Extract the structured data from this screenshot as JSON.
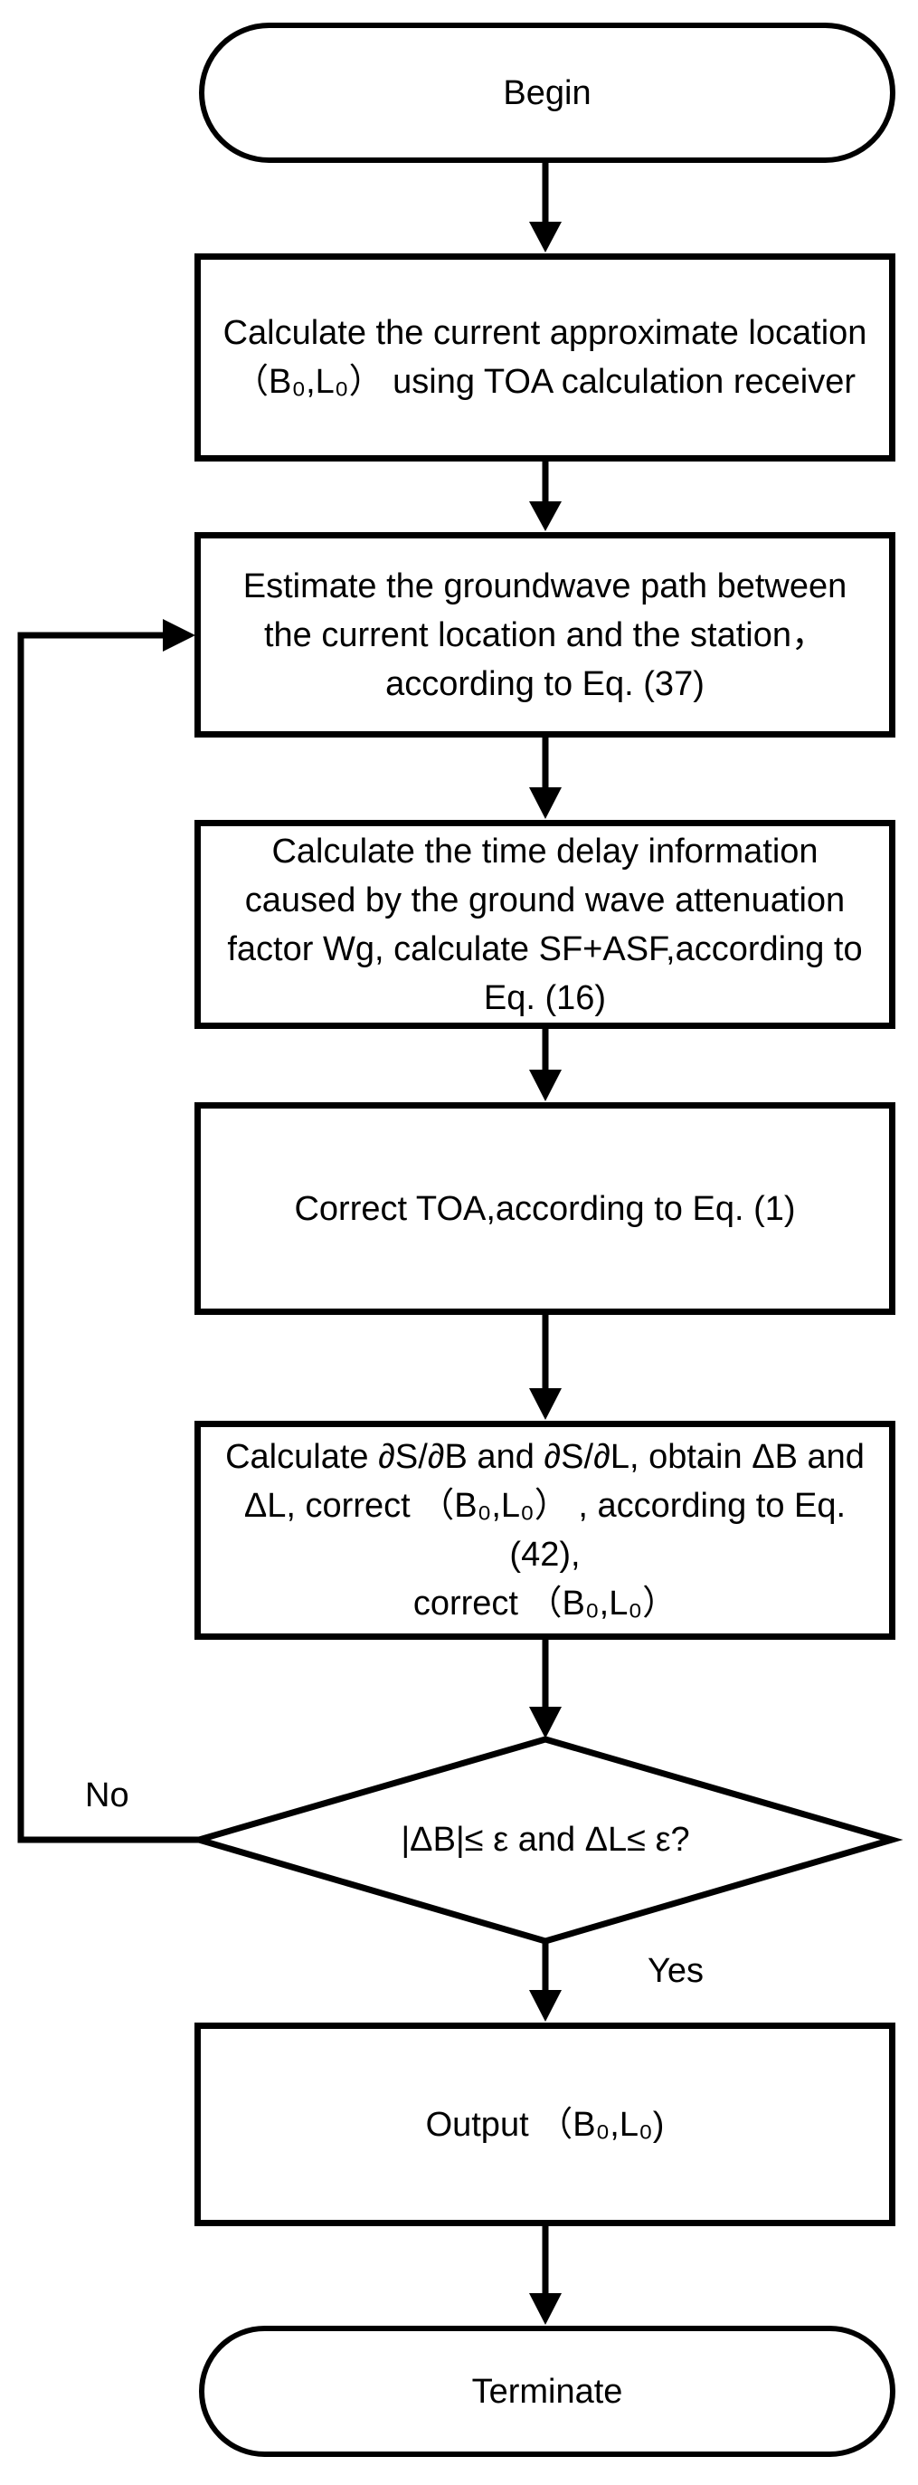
{
  "figure": {
    "type": "flowchart",
    "background_color": "#ffffff",
    "ink_color": "#000000"
  },
  "nodes": {
    "begin": {
      "type": "terminator",
      "label": "Begin"
    },
    "calc_location": {
      "type": "process",
      "label": "Calculate the current approximate location\n（B₀,L₀） using TOA calculation receiver"
    },
    "estimate_path": {
      "type": "process",
      "label": "Estimate the groundwave path between\nthe current location and the station，\naccording to Eq. (37)"
    },
    "calc_delay": {
      "type": "process",
      "label": "Calculate the time delay information\ncaused by the ground wave attenuation\nfactor Wg, calculate SF+ASF,according to\nEq. (16)"
    },
    "correct_toa": {
      "type": "process",
      "label": "Correct TOA,according to Eq. (1)"
    },
    "calc_partials": {
      "type": "process",
      "label": "Calculate ∂S/∂B and ∂S/∂L, obtain ΔB and\nΔL, correct （B₀,L₀） , according to Eq. (42),\ncorrect （B₀,L₀）"
    },
    "decision": {
      "type": "decision",
      "label": "|ΔB|≤ ε and ΔL≤ ε?"
    },
    "output": {
      "type": "process",
      "label": "Output （B₀,L₀)"
    },
    "terminate": {
      "type": "terminator",
      "label": "Terminate"
    }
  },
  "edge_labels": {
    "yes": "Yes",
    "no": "No"
  }
}
